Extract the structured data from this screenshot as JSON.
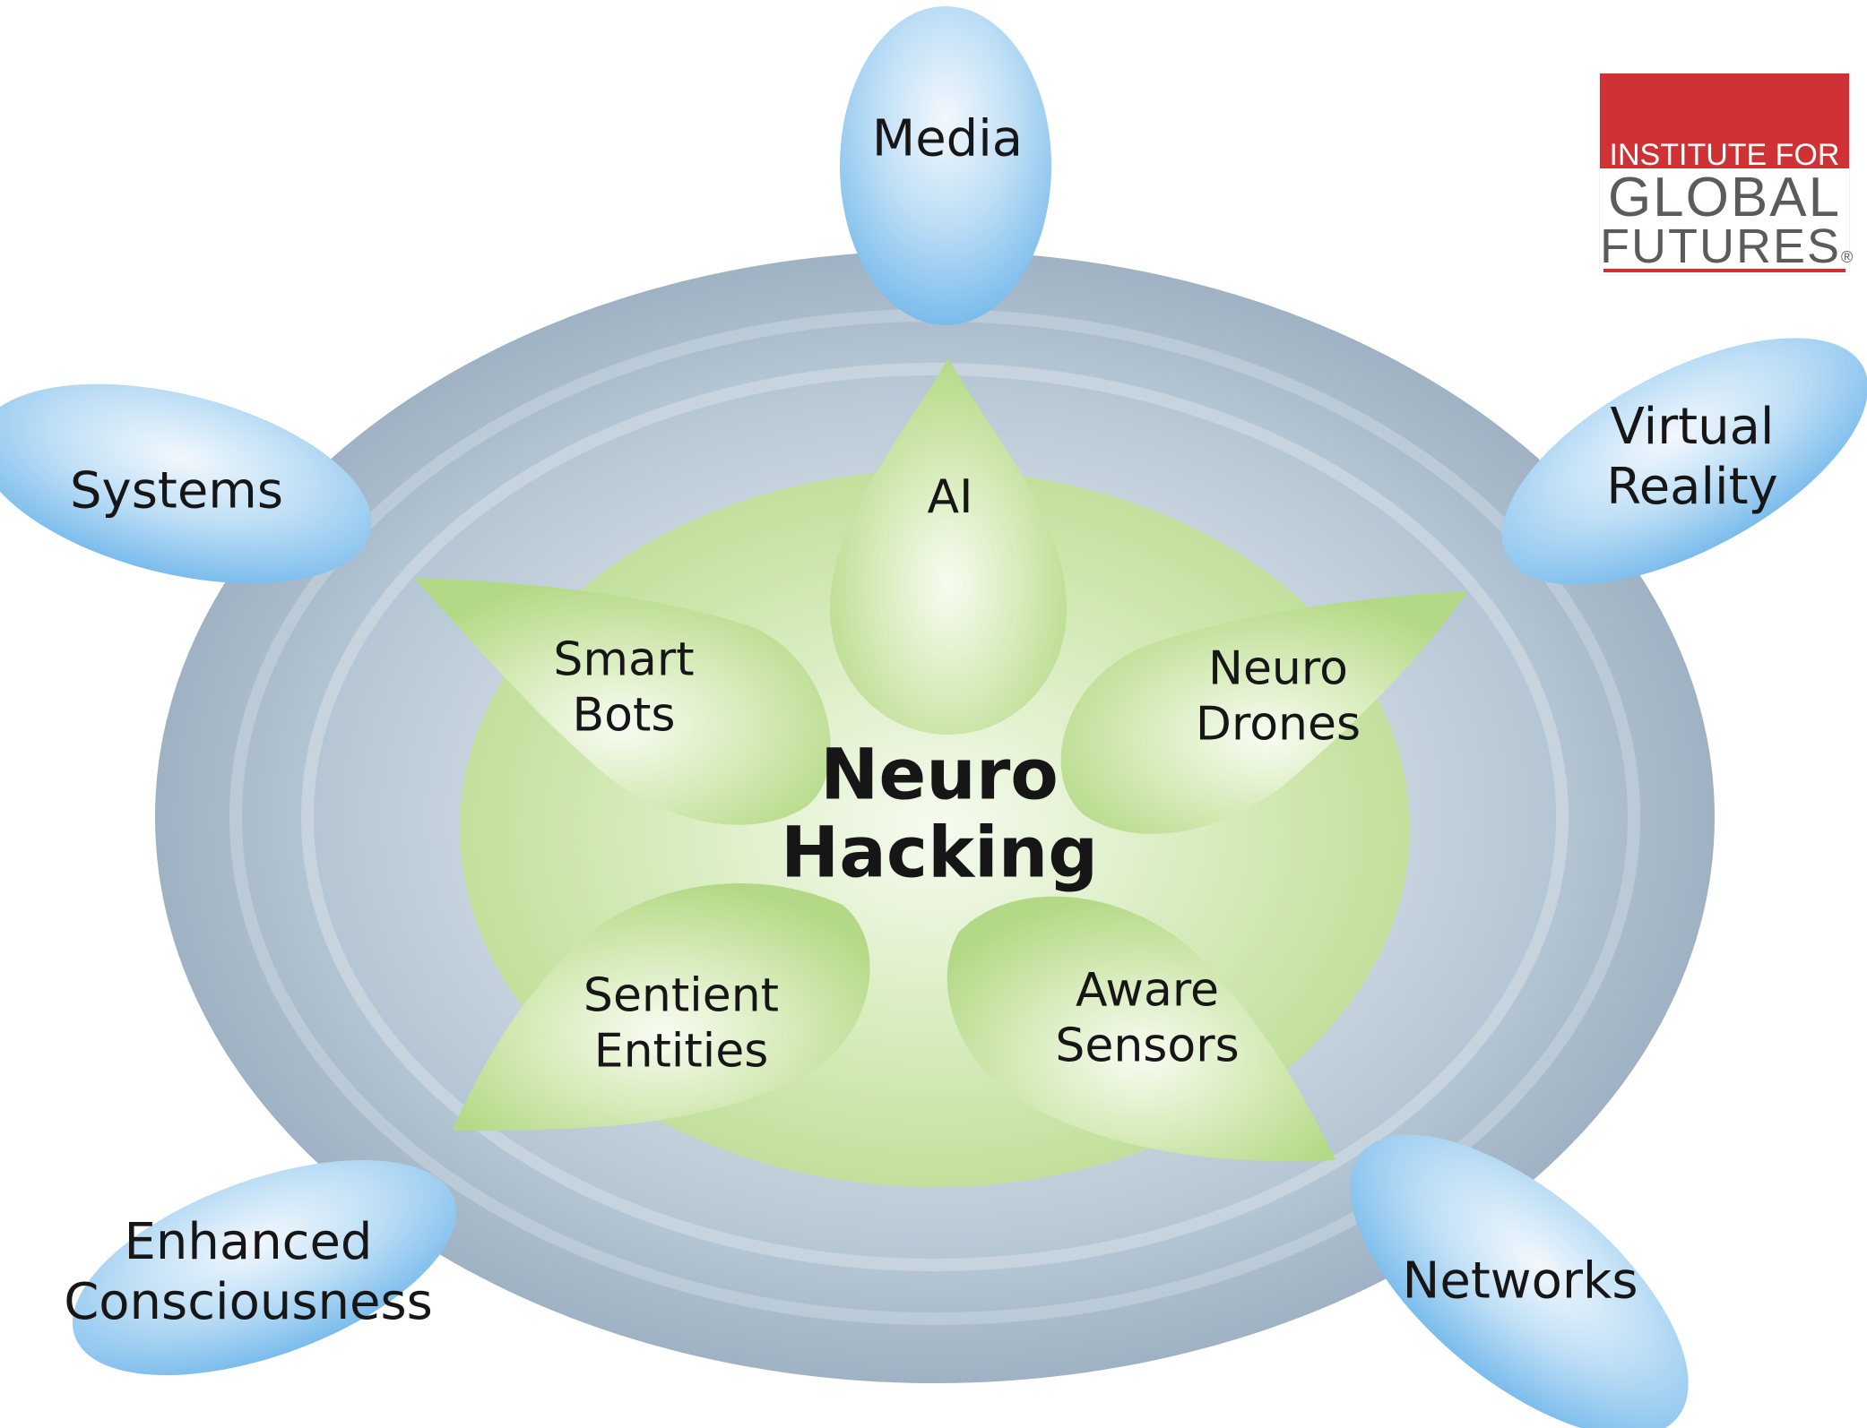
{
  "center": {
    "line1": "Neuro",
    "line2": "Hacking"
  },
  "petals": {
    "ai": {
      "line1": "AI"
    },
    "smart_bots": {
      "line1": "Smart",
      "line2": "Bots"
    },
    "neuro_drones": {
      "line1": "Neuro",
      "line2": "Drones"
    },
    "sentient_entities": {
      "line1": "Sentient",
      "line2": "Entities"
    },
    "aware_sensors": {
      "line1": "Aware",
      "line2": "Sensors"
    }
  },
  "outer": {
    "media": {
      "line1": "Media"
    },
    "systems": {
      "line1": "Systems"
    },
    "virtual_reality": {
      "line1": "Virtual",
      "line2": "Reality"
    },
    "enhanced_consciousness": {
      "line1": "Enhanced",
      "line2": "Consciousness"
    },
    "networks": {
      "line1": "Networks"
    }
  },
  "logo": {
    "line1": "INSTITUTE FOR",
    "line2": "GLOBAL",
    "line3": "FUTURES",
    "mark": "®"
  },
  "colors": {
    "ring_outer": "#a7b9c9",
    "ring_inner": "#d6e0e8",
    "green_disc": "#c6e3a1",
    "petal_green": "#b7dc8c",
    "outer_blue": "#7fc0ee",
    "logo_red": "#cf3234",
    "logo_gray": "#5c5a5a"
  }
}
